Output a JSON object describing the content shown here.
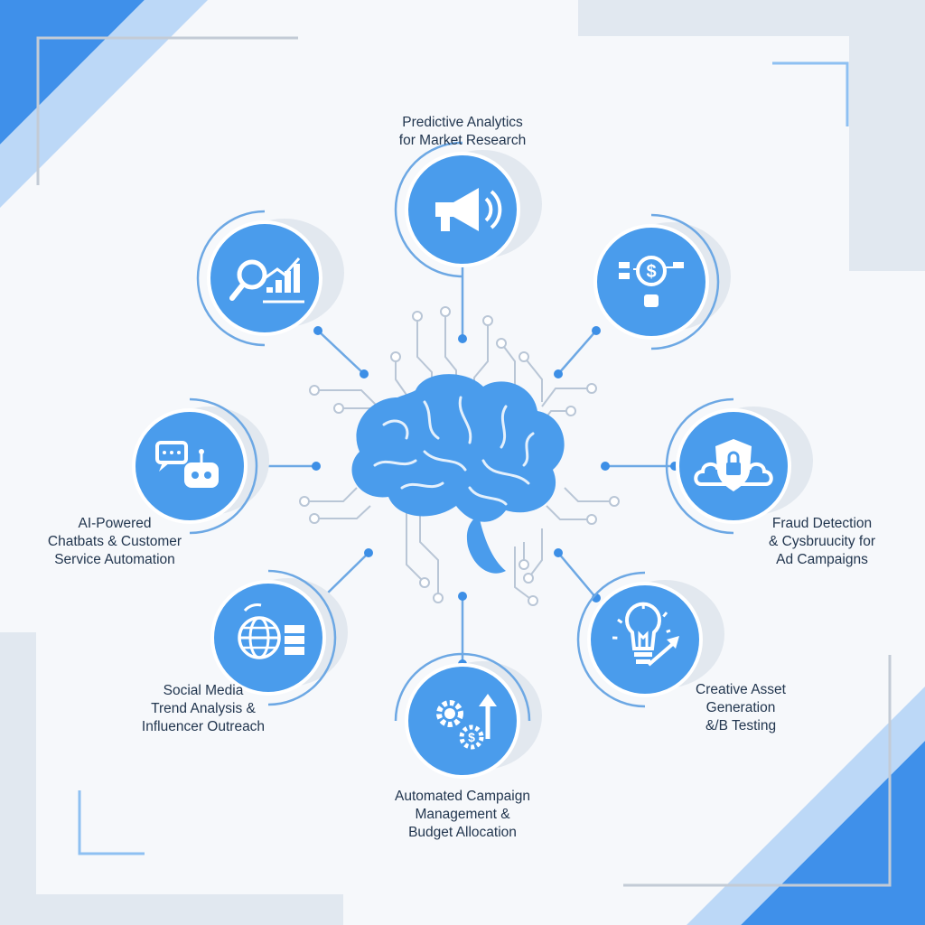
{
  "diagram": {
    "center": {
      "icon": "brain-circuit-icon"
    },
    "colors": {
      "accent": "#3d8fe6",
      "accent_light": "#7ab6f2",
      "node_fill": "#4a9cec",
      "line": "#6da8e4",
      "text": "#22364f",
      "background": "#f6f8fb"
    },
    "nodes": [
      {
        "id": "top",
        "icon": "megaphone-icon",
        "label_lines": [
          "Predictive Analytics",
          "for Market Research"
        ]
      },
      {
        "id": "upper-left",
        "icon": "magnifier-growth-chart-icon",
        "label_lines": []
      },
      {
        "id": "upper-right",
        "icon": "money-flowchart-icon",
        "label_lines": []
      },
      {
        "id": "left",
        "icon": "chatbot-icon",
        "label_lines": [
          "AI-Powered",
          "Chatbats & Customer",
          "Service Automation"
        ]
      },
      {
        "id": "right",
        "icon": "shield-lock-cloud-icon",
        "label_lines": [
          "Fraud Detection",
          "& Cysbruucity for",
          "Ad Campaigns"
        ]
      },
      {
        "id": "lower-left",
        "icon": "globe-servers-icon",
        "label_lines": [
          "Social Media",
          "Trend Analysis &",
          "Influencer Outreach"
        ]
      },
      {
        "id": "lower-right",
        "icon": "lightbulb-arrow-icon",
        "label_lines": [
          "Creative Asset",
          "Generation",
          "&/B Testing"
        ]
      },
      {
        "id": "bottom",
        "icon": "gears-dollar-arrow-icon",
        "label_lines": [
          "Automated Campaign",
          "Management &",
          "Budget Allocation"
        ]
      }
    ]
  }
}
